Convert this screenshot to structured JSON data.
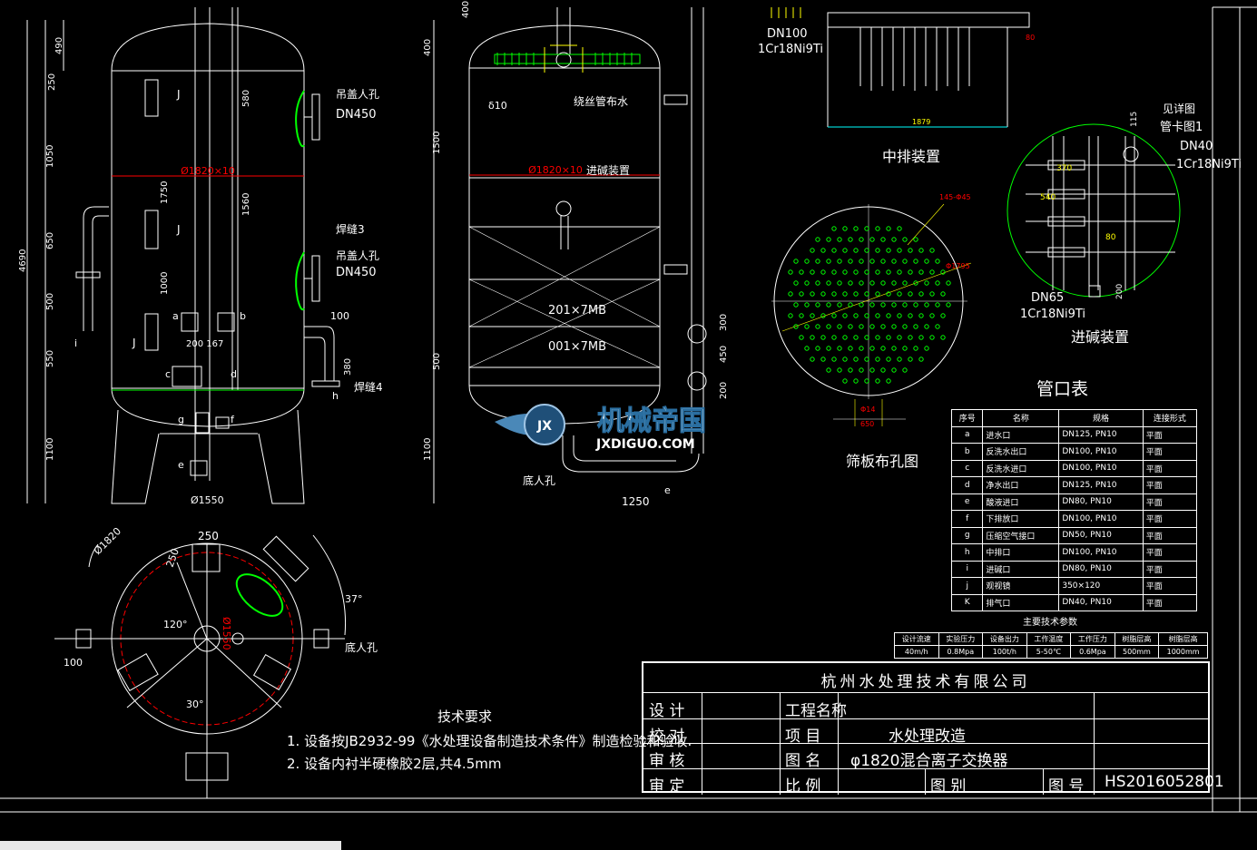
{
  "colors": {
    "background": "#000000",
    "line": "#ffffff",
    "green": "#00ff00",
    "red": "#ff0000",
    "yellow": "#ffff00",
    "cyan": "#00ffff"
  },
  "left_view": {
    "dims_left": [
      "490",
      "250",
      "1050",
      "650",
      "500",
      "550",
      "1100",
      "4690"
    ],
    "dims_inner": [
      "1750",
      "1000",
      "580",
      "1560"
    ],
    "diameter": "Ø1820×10",
    "base_diameter": "Ø1550",
    "manhole_top": {
      "title": "吊盖人孔",
      "size": "DN450"
    },
    "manhole_mid": {
      "title": "吊盖人孔",
      "size": "DN450"
    },
    "weld3": "焊缝3",
    "weld4": "焊缝4",
    "dim_100": "100",
    "dim_380": "380",
    "dim_200_167": "200 167",
    "labels": [
      "J",
      "J",
      "J",
      "a",
      "b",
      "c",
      "d",
      "g",
      "f",
      "e",
      "h",
      "i"
    ]
  },
  "middle_view": {
    "dims_left": [
      "400",
      "1500",
      "500",
      "1100"
    ],
    "dims_right": [
      "300",
      "450",
      "200"
    ],
    "top_dim": "400",
    "thickness": "δ10",
    "diameter": "Ø1820×10",
    "wire_pipe": "绕丝管布水",
    "alkali_device": "进碱装置",
    "resin1": "201×7MB",
    "resin2": "001×7MB",
    "bottom_manhole": "底人孔",
    "width": "1250",
    "label_e": "e"
  },
  "middle_drain": {
    "spec": "DN100",
    "material": "1Cr18Ni9Ti",
    "width": "1879",
    "dim_80": "80",
    "title": "中排装置"
  },
  "sieve_plate": {
    "title": "筛板布孔图",
    "holes": "145-Φ45",
    "dim1": "Φ1795",
    "dim2": "650",
    "dim3": "Φ14"
  },
  "alkali_device": {
    "title": "进碱装置",
    "see_detail": "见详图",
    "pipe_clamp": "管卡图1",
    "dn40": "DN40",
    "mat_top": "1Cr18Ni9Ti",
    "dn65": "DN65",
    "mat_bottom": "1Cr18Ni9Ti",
    "dims": [
      "115",
      "370",
      "540",
      "80",
      "200"
    ]
  },
  "plan_view": {
    "dia": "Ø1820",
    "dims": [
      "250",
      "250",
      "Ø1550",
      "100"
    ],
    "angles": [
      "37°",
      "120°",
      "30°"
    ],
    "bottom_manhole": "底人孔"
  },
  "tech_requirements": {
    "title": "技术要求",
    "items": [
      "1. 设备按JB2932-99《水处理设备制造技术条件》制造检验和验收.",
      "2. 设备内衬半硬橡胶2层,共4.5mm"
    ]
  },
  "port_table": {
    "title": "管口表",
    "headers": [
      "序号",
      "名称",
      "规格",
      "连接形式"
    ],
    "rows": [
      [
        "a",
        "进水口",
        "DN125, PN10",
        "平面"
      ],
      [
        "b",
        "反洗水出口",
        "DN100, PN10",
        "平面"
      ],
      [
        "c",
        "反洗水进口",
        "DN100, PN10",
        "平面"
      ],
      [
        "d",
        "净水出口",
        "DN125, PN10",
        "平面"
      ],
      [
        "e",
        "酸液进口",
        "DN80, PN10",
        "平面"
      ],
      [
        "f",
        "下排放口",
        "DN100, PN10",
        "平面"
      ],
      [
        "g",
        "压缩空气接口",
        "DN50, PN10",
        "平面"
      ],
      [
        "h",
        "中排口",
        "DN100, PN10",
        "平面"
      ],
      [
        "i",
        "进碱口",
        "DN80, PN10",
        "平面"
      ],
      [
        "j",
        "观视镜",
        "350×120",
        "平面"
      ],
      [
        "K",
        "排气口",
        "DN40, PN10",
        "平面"
      ]
    ]
  },
  "main_params": {
    "title": "主要技术参数",
    "headers": [
      "设计流速",
      "实验压力",
      "设备出力",
      "工作温度",
      "工作压力",
      "树脂层高",
      "树脂层高"
    ],
    "values": [
      "40m/h",
      "0.8Mpa",
      "100t/h",
      "5-50℃",
      "0.6Mpa",
      "500mm",
      "1000mm"
    ]
  },
  "title_block": {
    "company": "杭州水处理技术有限公司",
    "design": "设 计",
    "check": "校 对",
    "review": "审 核",
    "approve": "审 定",
    "project_name_label": "工程名称",
    "item_label": "项 目",
    "item_value": "水处理改造",
    "drawing_name_label": "图 名",
    "drawing_name_value": "φ1820混合离子交换器",
    "scale_label": "比 例",
    "category_label": "图 别",
    "number_label": "图 号",
    "number_value": "HS2016052801"
  },
  "watermark": {
    "text_cn": "机械帝国",
    "text_en": "JXDIGUO.COM",
    "logo": "JX"
  }
}
